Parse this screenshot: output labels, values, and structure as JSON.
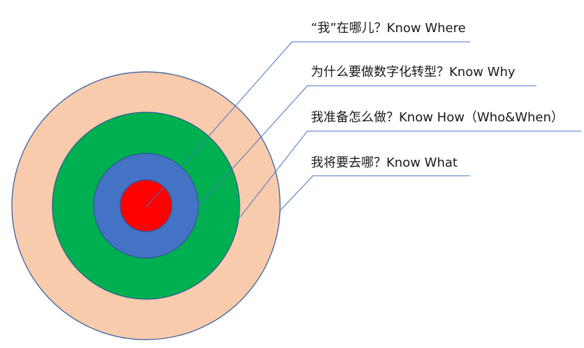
{
  "labels": [
    {
      "text": "“我”在哪儿？Know Where"
    },
    {
      "text": "为什么要做数字化转型？Know Why"
    },
    {
      "text": "我准备怎么做？Know How（Who&When）"
    },
    {
      "text": "我将要去哪？Know What"
    }
  ],
  "colors": {
    "outer_ring": "#f8cbad",
    "second_ring": "#00b050",
    "third_ring": "#4472c4",
    "center": "#ff0000",
    "ring_stroke": "#2f5597",
    "leader_line": "#4472c4"
  }
}
